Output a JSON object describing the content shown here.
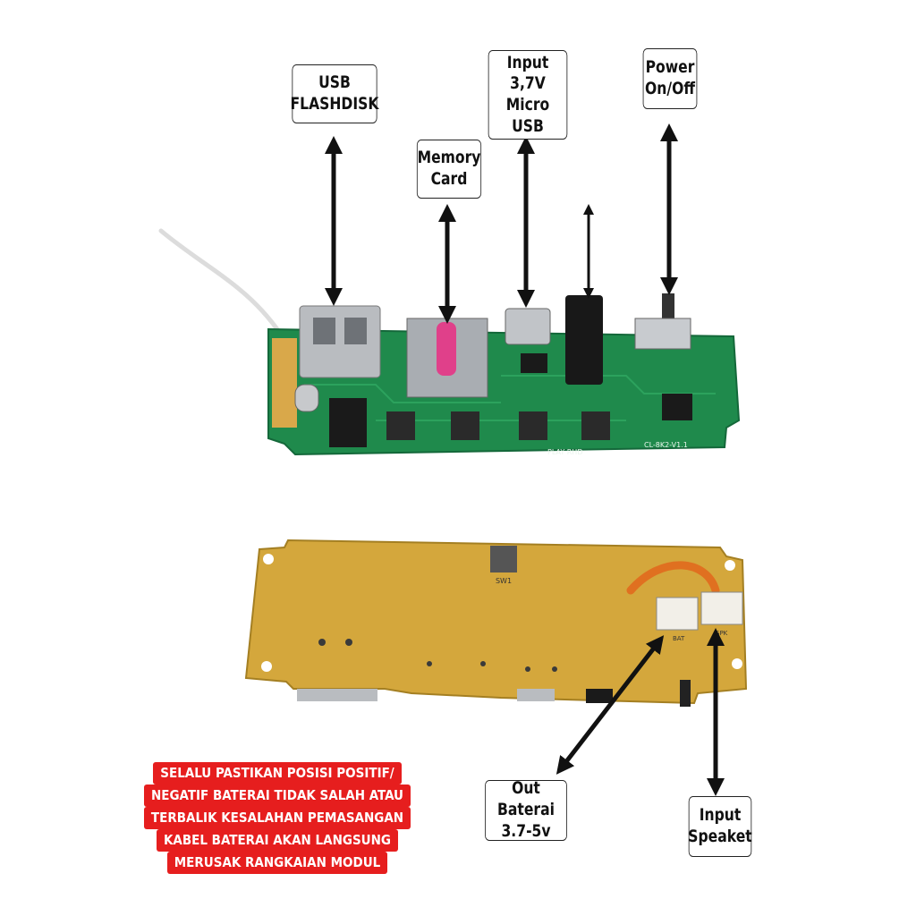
{
  "labels": {
    "usb": "USB\nFLASHDISK",
    "memory": "Memory\nCard",
    "input": "Input\n3,7V\nMicro USB",
    "power": "Power\nOn/Off",
    "out_baterai": "Out Baterai\n3.7-5v",
    "input_speaker": "Input\nSpeaket"
  },
  "warning_lines": [
    "SELALU PASTIKAN POSISI POSITIF/",
    "NEGATIF BATERAI TIDAK SALAH ATAU",
    "TERBALIK KESALAHAN PEMASANGAN",
    "KABEL BATERAI AKAN LANGSUNG",
    "MERUSAK RANGKAIAN MODUL"
  ],
  "pcb_silkscreen": {
    "buttons": "PLAY  RHD",
    "board_id": "CL-8K2-V1.1",
    "back_pad": "SW1",
    "back_bat": "BAT",
    "back_spk": "SPK"
  },
  "colors": {
    "pcb_front": "#1f8a4c",
    "pcb_back": "#d4a73c",
    "warning_bg": "#e61e1e",
    "arrow": "#111111"
  }
}
